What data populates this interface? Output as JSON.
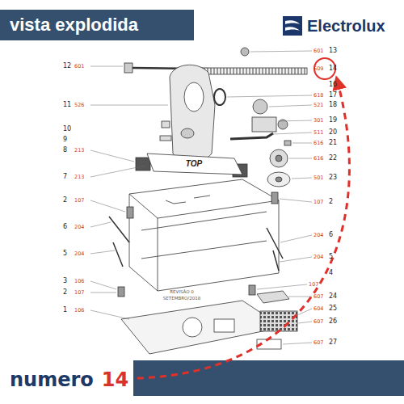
{
  "diagram": {
    "title": "vista explodida",
    "labels": [
      "Electrolux",
      "12",
      "601",
      "11",
      "526",
      "10",
      "9",
      "8",
      "213",
      "7",
      "213",
      "TOP",
      "2",
      "107",
      "6",
      "204",
      "5",
      "204",
      "3",
      "106",
      "2",
      "107",
      "1",
      "106",
      "601",
      "13",
      "609",
      "14",
      "16",
      "618",
      "17",
      "521",
      "18",
      "301",
      "19",
      "511",
      "20",
      "616",
      "21",
      "616",
      "22",
      "501",
      "23",
      "107",
      "2",
      "204",
      "6",
      "204",
      "5",
      "4",
      "107",
      "607",
      "24",
      "604",
      "25",
      "607",
      "26",
      "607",
      "27",
      "REVISÃO 0",
      "SETEMBRO/2018",
      "numero",
      "14"
    ]
  }
}
